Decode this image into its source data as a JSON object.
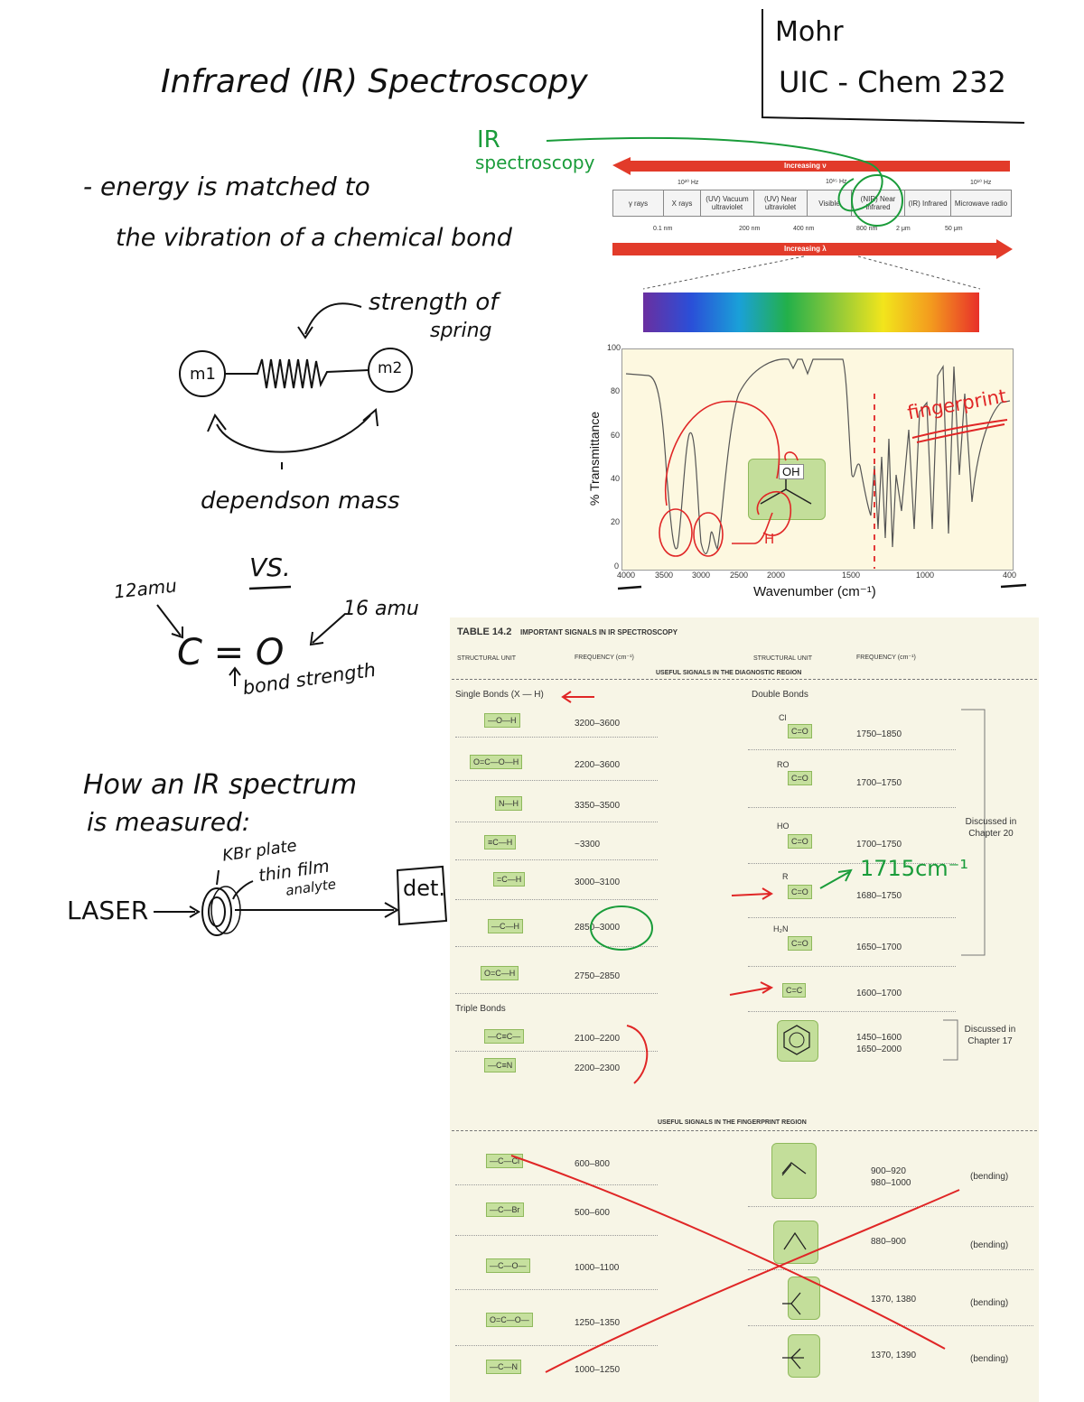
{
  "header": {
    "author": "Mohr",
    "course": "UIC - Chem 232",
    "title": "Infrared (IR) Spectroscopy"
  },
  "notes": {
    "energy_line1": "- energy is matched to",
    "energy_line2": "the vibration of a chemical bond",
    "ir_label_1": "IR",
    "ir_label_2": "spectroscopy",
    "spring_label_1": "strength of",
    "spring_label_2": "spring",
    "mass1": "m1",
    "mass2": "m2",
    "depends_on_mass": "dependson mass",
    "vs": "VS.",
    "amu12": "12amu",
    "amu16": "16 amu",
    "c_eq_o": "C = O",
    "bond_strength": "bond strength",
    "how_measured_1": "How an IR spectrum",
    "how_measured_2": "is measured:",
    "kbr_plate": "KBr plate",
    "thin_film_1": "thin film",
    "thin_film_2": "analyte",
    "laser": "LASER",
    "detector": "det.",
    "fingerprint": "fingerprint",
    "wavenumber_1715": "1715cm⁻¹"
  },
  "spectrum_diagram": {
    "increasing_nu": "Increasing ν",
    "increasing_lambda": "Increasing λ",
    "freq_ticks": [
      "10²⁰ Hz",
      "10¹⁵ Hz",
      "10¹⁰ Hz"
    ],
    "bands": [
      {
        "label": "γ rays"
      },
      {
        "label": "X rays"
      },
      {
        "label": "(UV) Vacuum ultraviolet"
      },
      {
        "label": "(UV) Near ultraviolet"
      },
      {
        "label": "Visible"
      },
      {
        "label": "(NIR) Near infrared"
      },
      {
        "label": "(IR) Infrared"
      },
      {
        "label": "Microwave radio"
      }
    ],
    "wavelength_ticks": [
      "0.1 nm",
      "200 nm",
      "400 nm",
      "800 nm",
      "2 μm",
      "50 μm"
    ]
  },
  "ir_plot": {
    "ylabel": "% Transmittance",
    "xlabel": "Wavenumber (cm⁻¹)",
    "y_ticks": [
      "100",
      "80",
      "60",
      "40",
      "20",
      "0"
    ],
    "x_ticks": [
      "4000",
      "3500",
      "3000",
      "2500",
      "2000",
      "1500",
      "1000",
      "400"
    ],
    "molecule_label": "OH"
  },
  "table": {
    "caption_num": "TABLE 14.2",
    "caption_title": "IMPORTANT SIGNALS IN IR SPECTROSCOPY",
    "col_structural_unit": "STRUCTURAL UNIT",
    "col_frequency": "FREQUENCY (cm⁻¹)",
    "diagnostic_header": "USEFUL SIGNALS IN THE DIAGNOSTIC REGION",
    "fingerprint_header": "USEFUL SIGNALS IN THE FINGERPRINT REGION",
    "single_bonds": "Single Bonds (X — H)",
    "double_bonds": "Double Bonds",
    "triple_bonds": "Triple Bonds",
    "left_rows": [
      {
        "unit": "—O—H",
        "freq": "3200–3600"
      },
      {
        "unit": "O=C—O—H",
        "freq": "2200–3600"
      },
      {
        "unit": "N—H",
        "freq": "3350–3500"
      },
      {
        "unit": "≡C—H",
        "freq": "~3300"
      },
      {
        "unit": "=C—H",
        "freq": "3000–3100"
      },
      {
        "unit": "—C—H",
        "freq": "2850–3000"
      },
      {
        "unit": "O=C—H",
        "freq": "2750–2850"
      }
    ],
    "triple_rows": [
      {
        "unit": "—C≡C—",
        "freq": "2100–2200"
      },
      {
        "unit": "—C≡N",
        "freq": "2200–2300"
      }
    ],
    "right_rows": [
      {
        "sub": "Cl",
        "unit": "C=O",
        "freq": "1750–1850"
      },
      {
        "sub": "RO",
        "unit": "C=O",
        "freq": "1700–1750"
      },
      {
        "sub": "HO",
        "unit": "C=O",
        "freq": "1700–1750"
      },
      {
        "sub": "R",
        "unit": "C=O",
        "freq": "1680–1750"
      },
      {
        "sub": "H₂N",
        "unit": "C=O",
        "freq": "1650–1700"
      },
      {
        "sub": "",
        "unit": "C=C",
        "freq": "1600–1700"
      }
    ],
    "discussed_ch20": "Discussed in Chapter 20",
    "aromatic_freq_1": "1450–1600",
    "aromatic_freq_2": "1650–2000",
    "discussed_ch17": "Discussed in Chapter 17",
    "fp_left": [
      {
        "unit": "—C—Cl",
        "freq": "600–800"
      },
      {
        "unit": "—C—Br",
        "freq": "500–600"
      },
      {
        "unit": "—C—O—",
        "freq": "1000–1100"
      },
      {
        "unit": "O=C—O—",
        "freq": "1250–1350"
      },
      {
        "unit": "—C—N",
        "freq": "1000–1250"
      }
    ],
    "fp_right": [
      {
        "freq1": "900–920",
        "freq2": "980–1000",
        "note": "(bending)"
      },
      {
        "freq1": "880–900",
        "freq2": "",
        "note": "(bending)"
      },
      {
        "freq1": "1370, 1380",
        "freq2": "",
        "note": "(bending)"
      },
      {
        "freq1": "1370, 1390",
        "freq2": "",
        "note": "(bending)"
      }
    ]
  }
}
